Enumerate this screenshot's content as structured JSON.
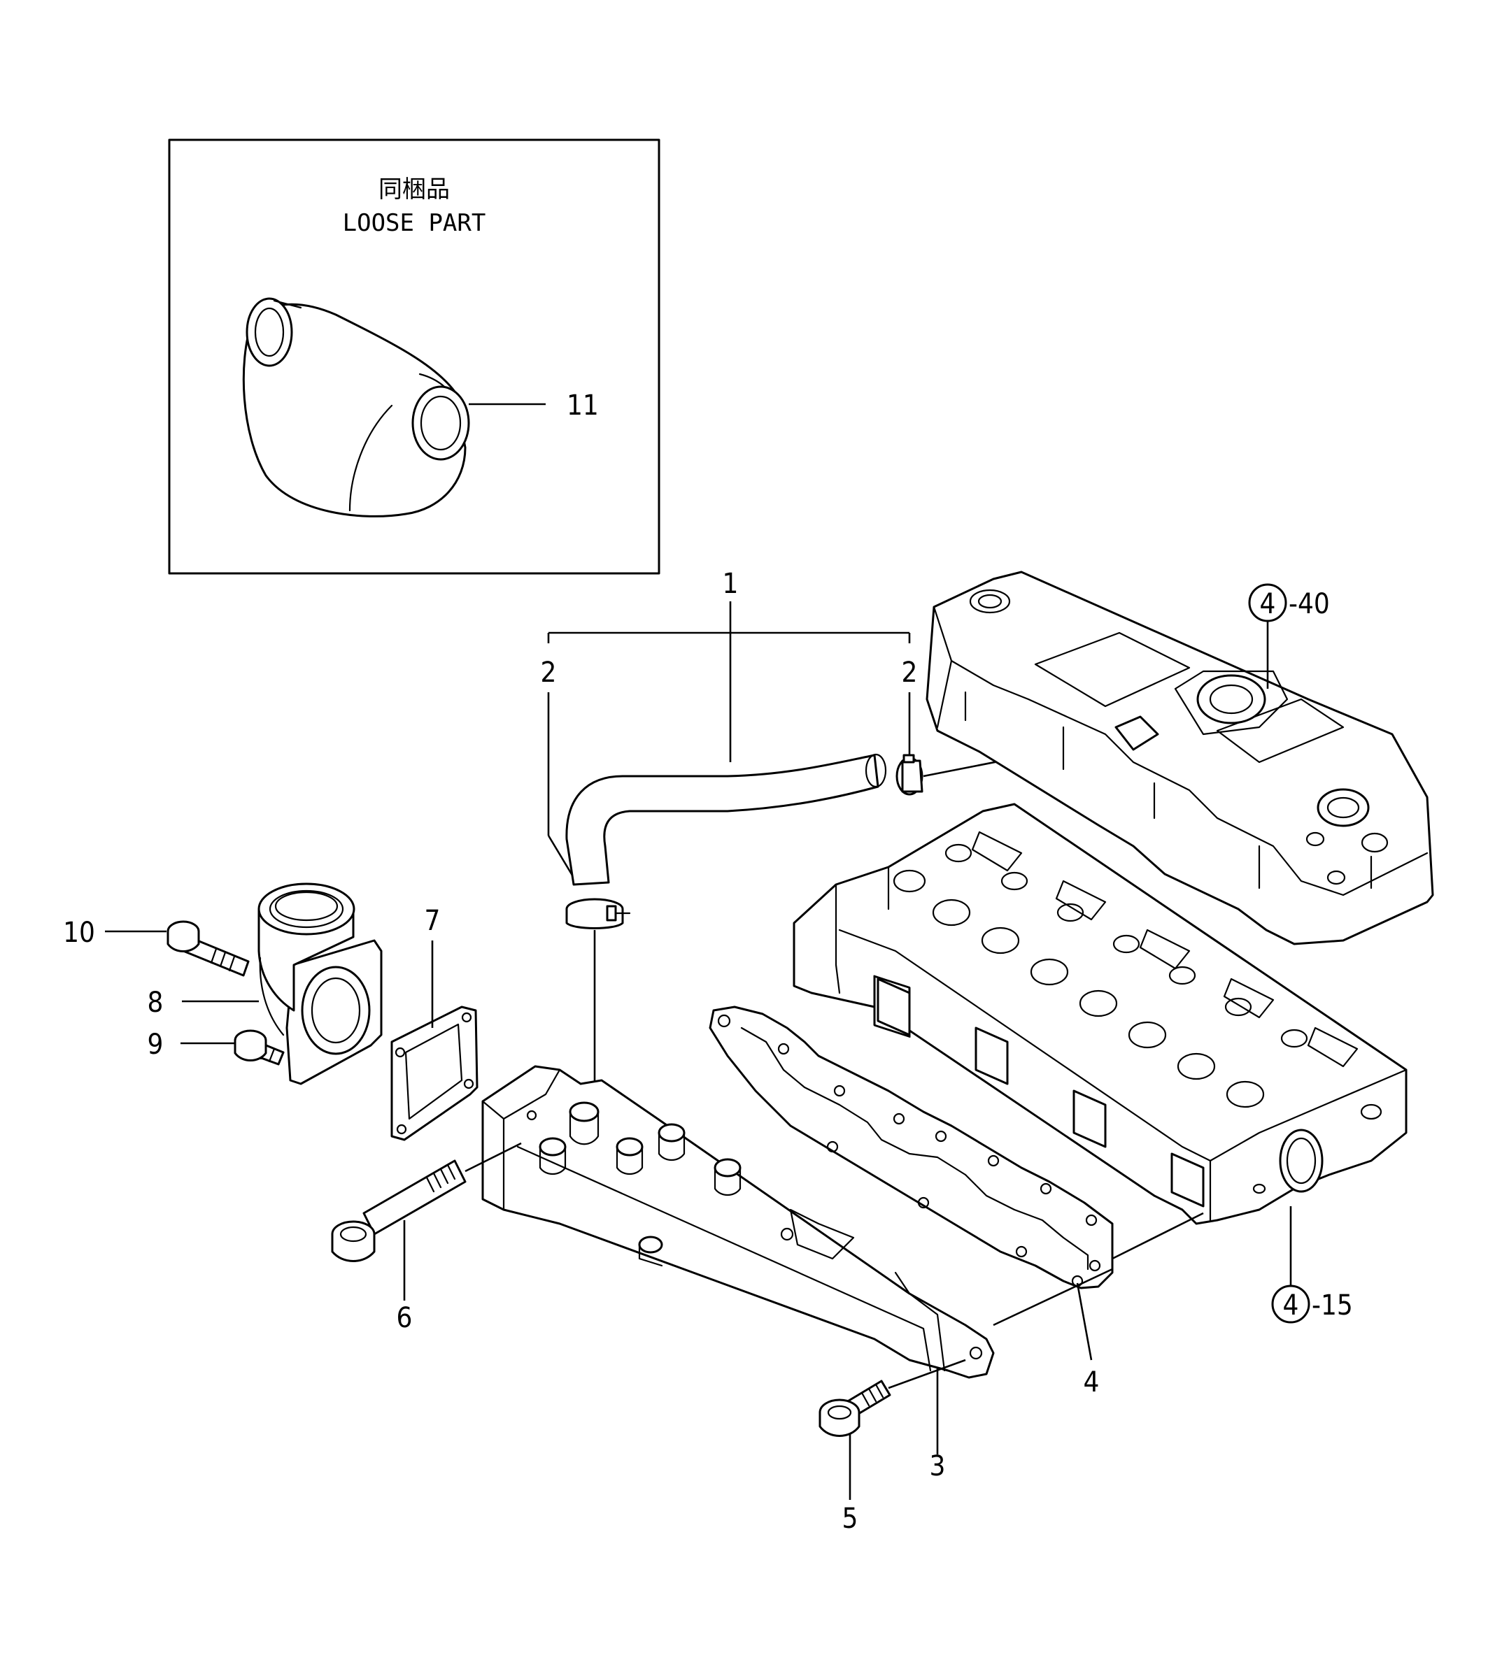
{
  "loose_part_box": {
    "title_jp": "同梱品",
    "title_en": "LOOSE PART"
  },
  "callouts": {
    "c1": "1",
    "c2a": "2",
    "c2b": "2",
    "c3": "3",
    "c4": "4",
    "c5": "5",
    "c6": "6",
    "c7": "7",
    "c8": "8",
    "c9": "9",
    "c10": "10",
    "c11": "11"
  },
  "references": {
    "ref_top": {
      "group": "4",
      "page": "-40"
    },
    "ref_bottom": {
      "group": "4",
      "page": "-15"
    }
  }
}
